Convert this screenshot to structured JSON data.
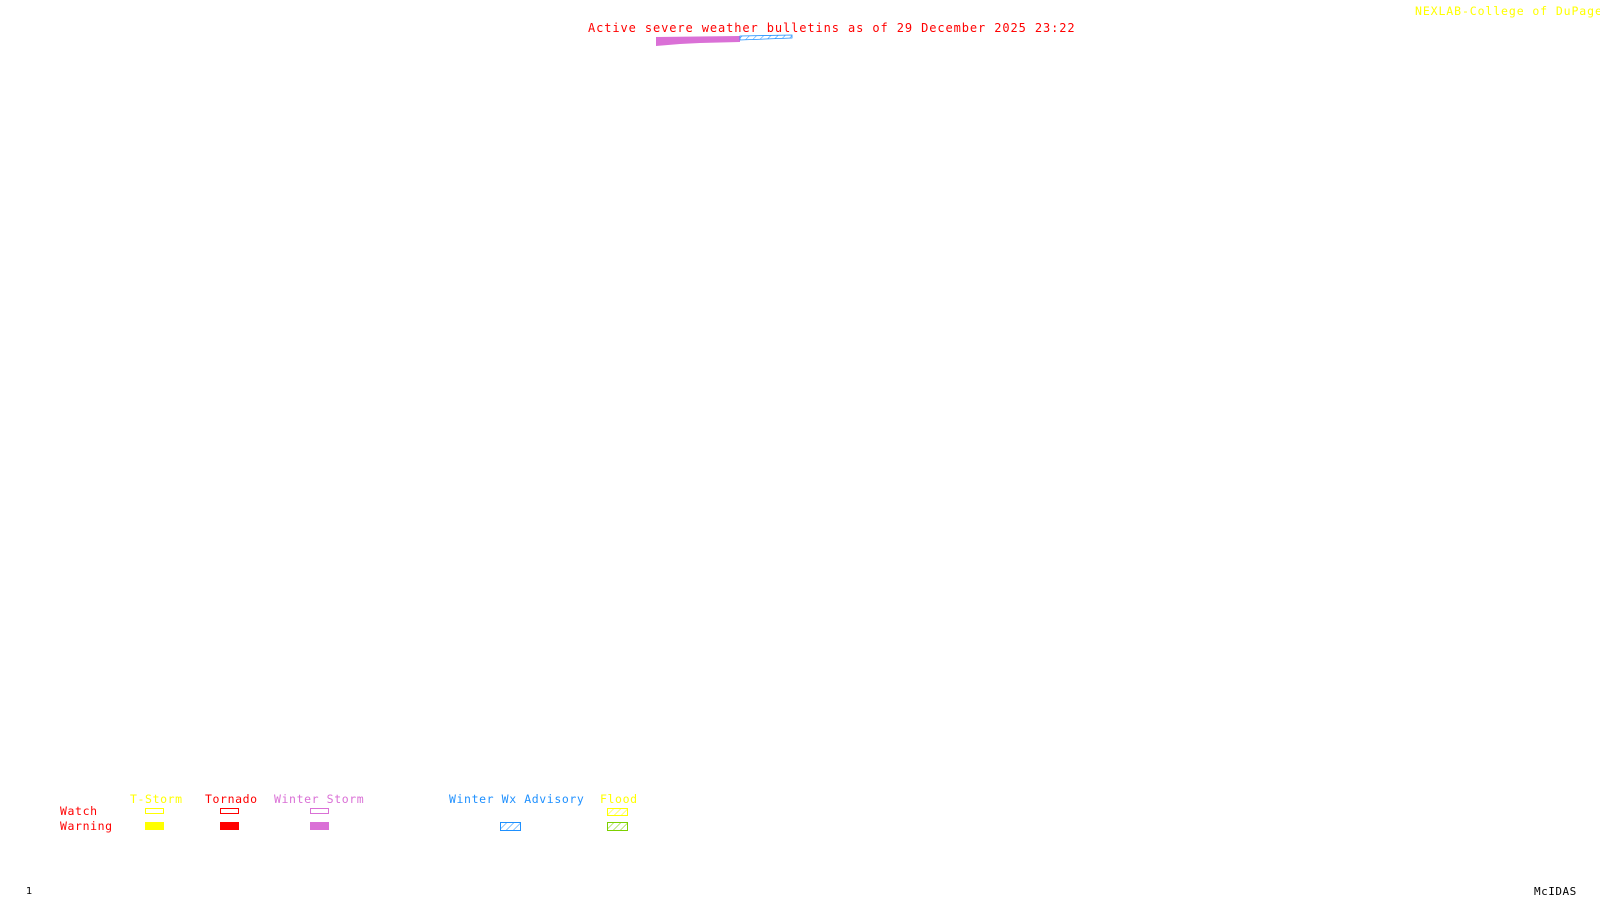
{
  "header": {
    "title": "Active severe weather bulletins as of 29 December 2025 23:22",
    "credit": "NEXLAB-College of DuPage",
    "credit_logo_icon": "cod-logo-icon"
  },
  "footer": {
    "frame_number": "1",
    "product": "McIDAS"
  },
  "map": {
    "background_color": "#ffffff",
    "active_bulletins": [
      {
        "type": "Winter Storm",
        "category": "Warning",
        "color": "#da70d6",
        "fill": "solid"
      },
      {
        "type": "Winter Wx Advisory",
        "category": "Warning",
        "color": "#1e90ff",
        "fill": "hatched"
      }
    ]
  },
  "legend": {
    "row_labels": {
      "watch": "Watch",
      "warning": "Warning"
    },
    "columns": [
      {
        "label": "T-Storm",
        "color": "#ffff00",
        "watch": {
          "style": "outline",
          "color": "#ffff00"
        },
        "warning": {
          "style": "solid",
          "color": "#ffff00"
        }
      },
      {
        "label": "Tornado",
        "color": "#ff0000",
        "watch": {
          "style": "outline",
          "color": "#ff0000"
        },
        "warning": {
          "style": "solid",
          "color": "#ff0000"
        }
      },
      {
        "label": "Winter Storm",
        "color": "#da70d6",
        "watch": {
          "style": "outline",
          "color": "#da70d6"
        },
        "warning": {
          "style": "solid",
          "color": "#da70d6"
        }
      },
      {
        "label": "Winter Wx Advisory",
        "color": "#1e90ff",
        "watch": null,
        "warning": {
          "style": "hatched",
          "color": "#1e90ff"
        }
      },
      {
        "label": "Flood",
        "color": "#ffff00",
        "watch": {
          "style": "hatched",
          "color": "#ffff00"
        },
        "warning": {
          "style": "hatched",
          "color": "#7cd000"
        }
      }
    ]
  }
}
